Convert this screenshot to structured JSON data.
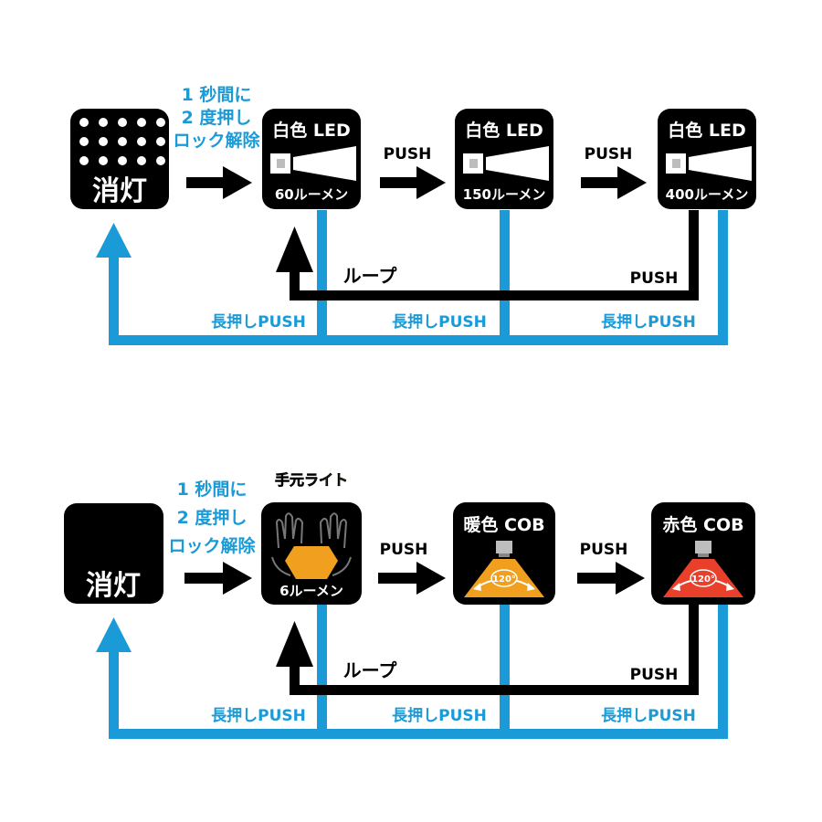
{
  "colors": {
    "blue": "#1a9bd7",
    "black": "#000000",
    "box": "#000000",
    "white": "#ffffff",
    "yellow": "#f5e51b",
    "warm_orange": "#f0a01e",
    "red": "#e8402a"
  },
  "top": {
    "off_label": "消灯",
    "unlock_line1": "1 秒間に",
    "unlock_line2": "2 度押し",
    "unlock_line3": "ロック解除",
    "mode1_title": "白色 LED",
    "mode1_caption": "60ルーメン",
    "mode2_title": "白色 LED",
    "mode2_caption": "150ルーメン",
    "mode3_title": "白色 LED",
    "mode3_caption": "400ルーメン",
    "push1": "PUSH",
    "push2": "PUSH",
    "push_return": "PUSH",
    "loop_label": "ループ",
    "long_press1": "長押しPUSH",
    "long_press2": "長押しPUSH",
    "long_press3": "長押しPUSH"
  },
  "bottom": {
    "off_label": "消灯",
    "unlock_line1": "1 秒間に",
    "unlock_line2": "2 度押し",
    "unlock_line3": "ロック解除",
    "hand_light_label": "手元ライト",
    "mode1_caption": "6ルーメン",
    "mode2_title": "暖色 COB",
    "mode2_angle": "120°",
    "mode3_title": "赤色 COB",
    "mode3_angle": "120°",
    "push1": "PUSH",
    "push2": "PUSH",
    "push_return": "PUSH",
    "loop_label": "ループ",
    "long_press1": "長押しPUSH",
    "long_press2": "長押しPUSH",
    "long_press3": "長押しPUSH"
  },
  "icons": [
    "led-grid-icon",
    "led-bulb-icon",
    "hands-icon",
    "cob-light-icon",
    "arrow-right-icon"
  ]
}
